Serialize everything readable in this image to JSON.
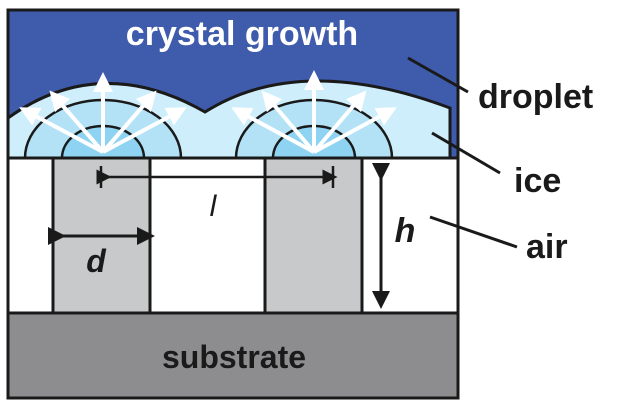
{
  "labels": {
    "crystal_growth": "crystal growth",
    "droplet": "droplet",
    "ice": "ice",
    "air": "air",
    "substrate": "substrate",
    "d": "d",
    "l": "l",
    "h": "h"
  },
  "colors": {
    "droplet": "#3f5bab",
    "ice": "#cdeefa",
    "ice_inner": "#8fd3f2",
    "ice_mid": "#b3e2f7",
    "pillar": "#c8c9cb",
    "substrate": "#8d8d90",
    "outline": "#1a1a1a",
    "arrow": "#ffffff"
  }
}
